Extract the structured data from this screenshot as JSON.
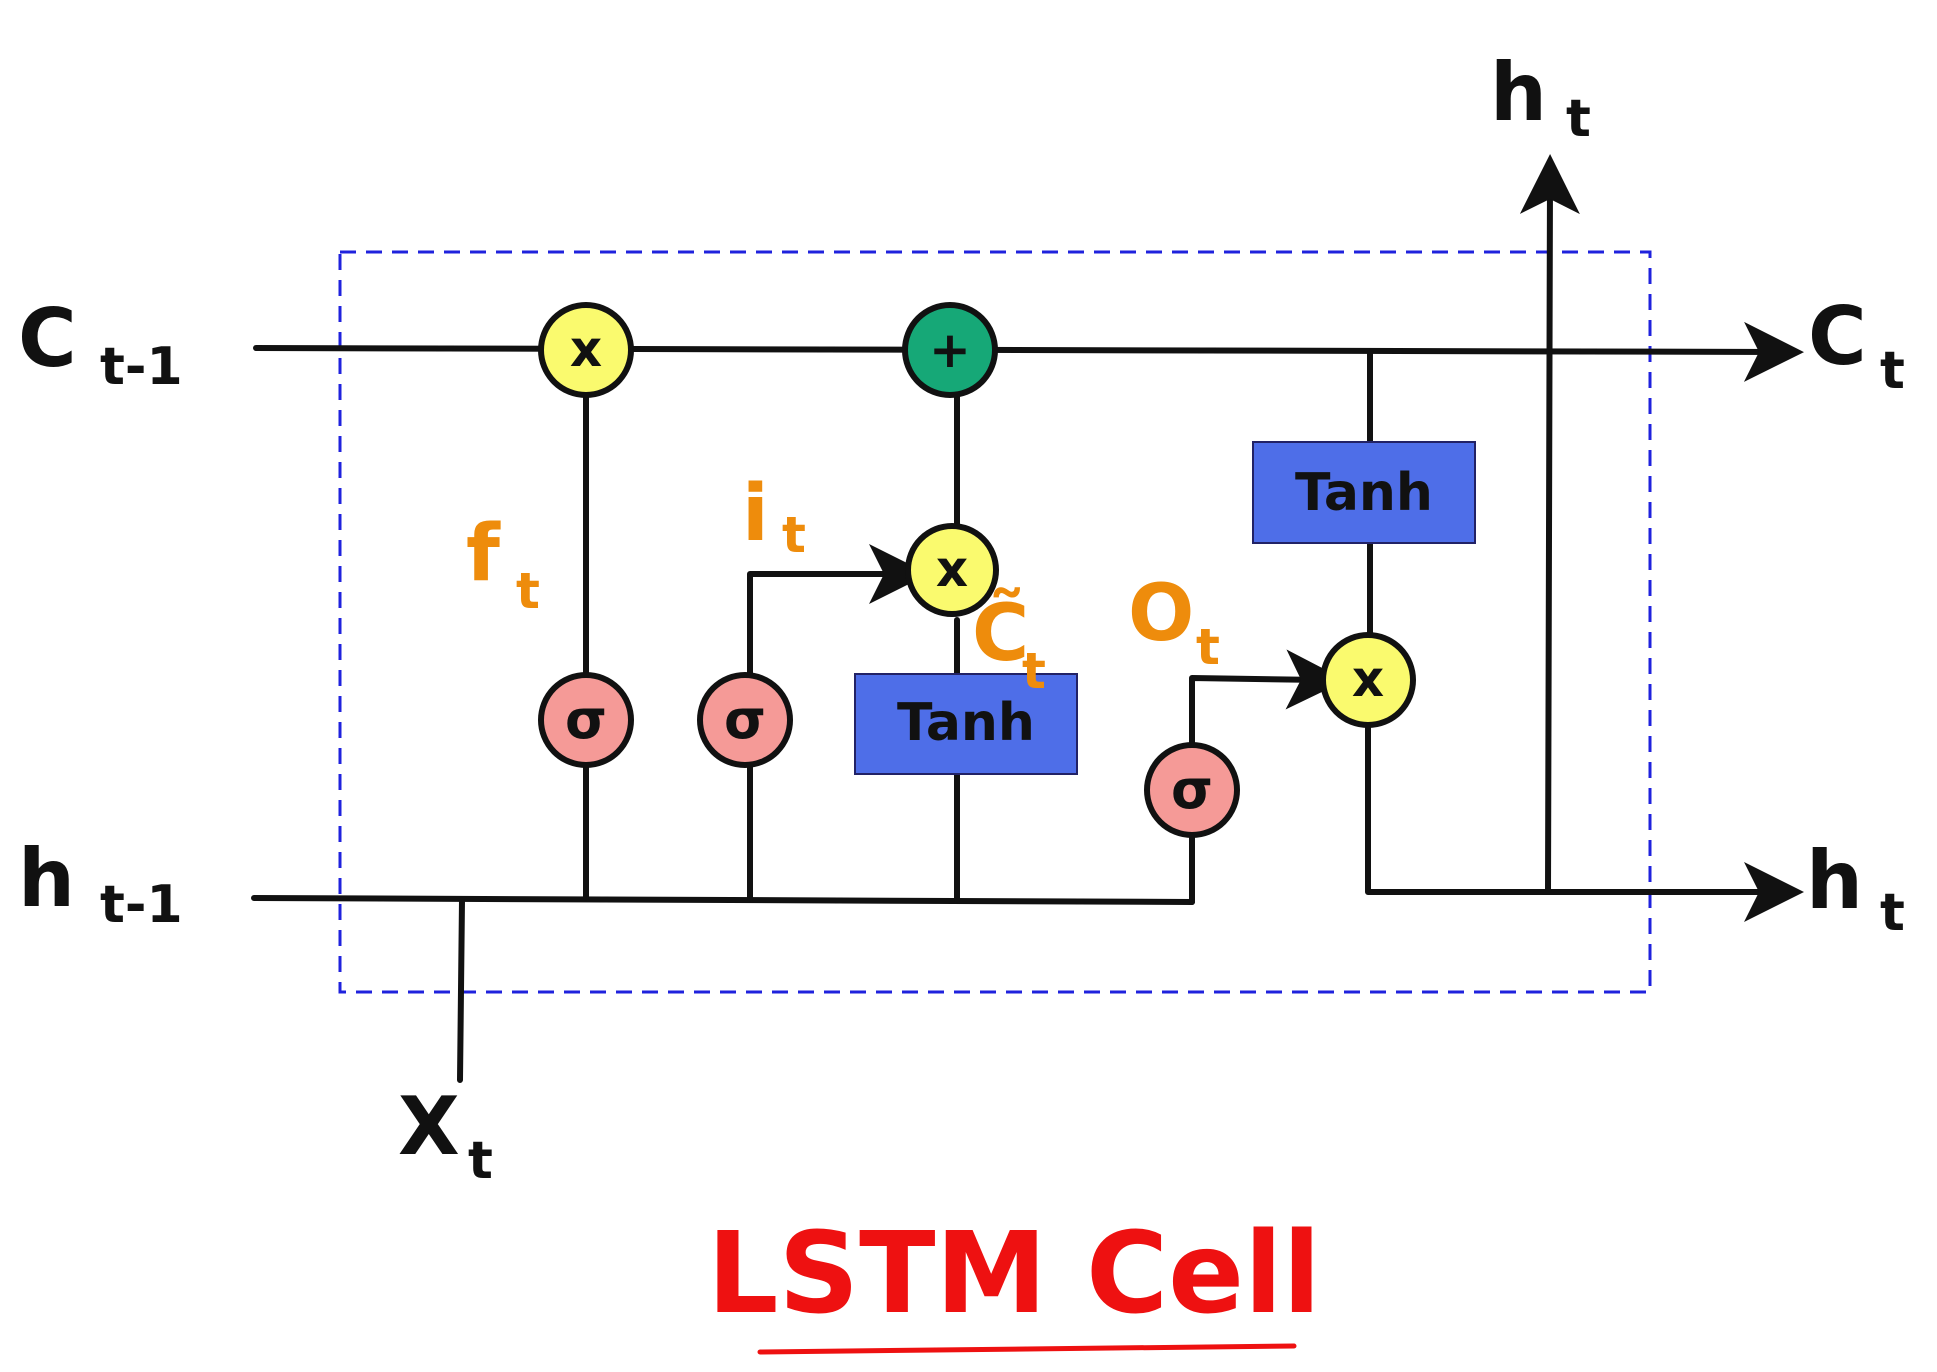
{
  "inputs": {
    "c_prev": {
      "main": "C",
      "sub": "t-1"
    },
    "h_prev": {
      "main": "h",
      "sub": "t-1"
    },
    "x_t": {
      "main": "X",
      "sub": "t"
    }
  },
  "outputs": {
    "c_t": {
      "main": "C",
      "sub": "t"
    },
    "h_t_right": {
      "main": "h",
      "sub": "t"
    },
    "h_t_top": {
      "main": "h",
      "sub": "t"
    }
  },
  "gates": {
    "forget": {
      "main": "f",
      "sub": "t"
    },
    "input": {
      "main": "i",
      "sub": "t"
    },
    "candidate": {
      "main": "C̃",
      "sub": "t"
    },
    "output": {
      "main": "O",
      "sub": "t"
    }
  },
  "ops": {
    "multiply": "x",
    "add": "+",
    "sigmoid": "σ",
    "tanh": "Tanh"
  },
  "title": "LSTM Cell",
  "colors": {
    "line": "#111111",
    "border_dashed": "#1f22dd",
    "multiply_fill": "#fafa6e",
    "add_fill": "#16a877",
    "sigmoid_fill": "#f59a97",
    "tanh_fill": "#4e6ee8",
    "gate_label": "#ee8c0c",
    "title": "#ee1111"
  }
}
